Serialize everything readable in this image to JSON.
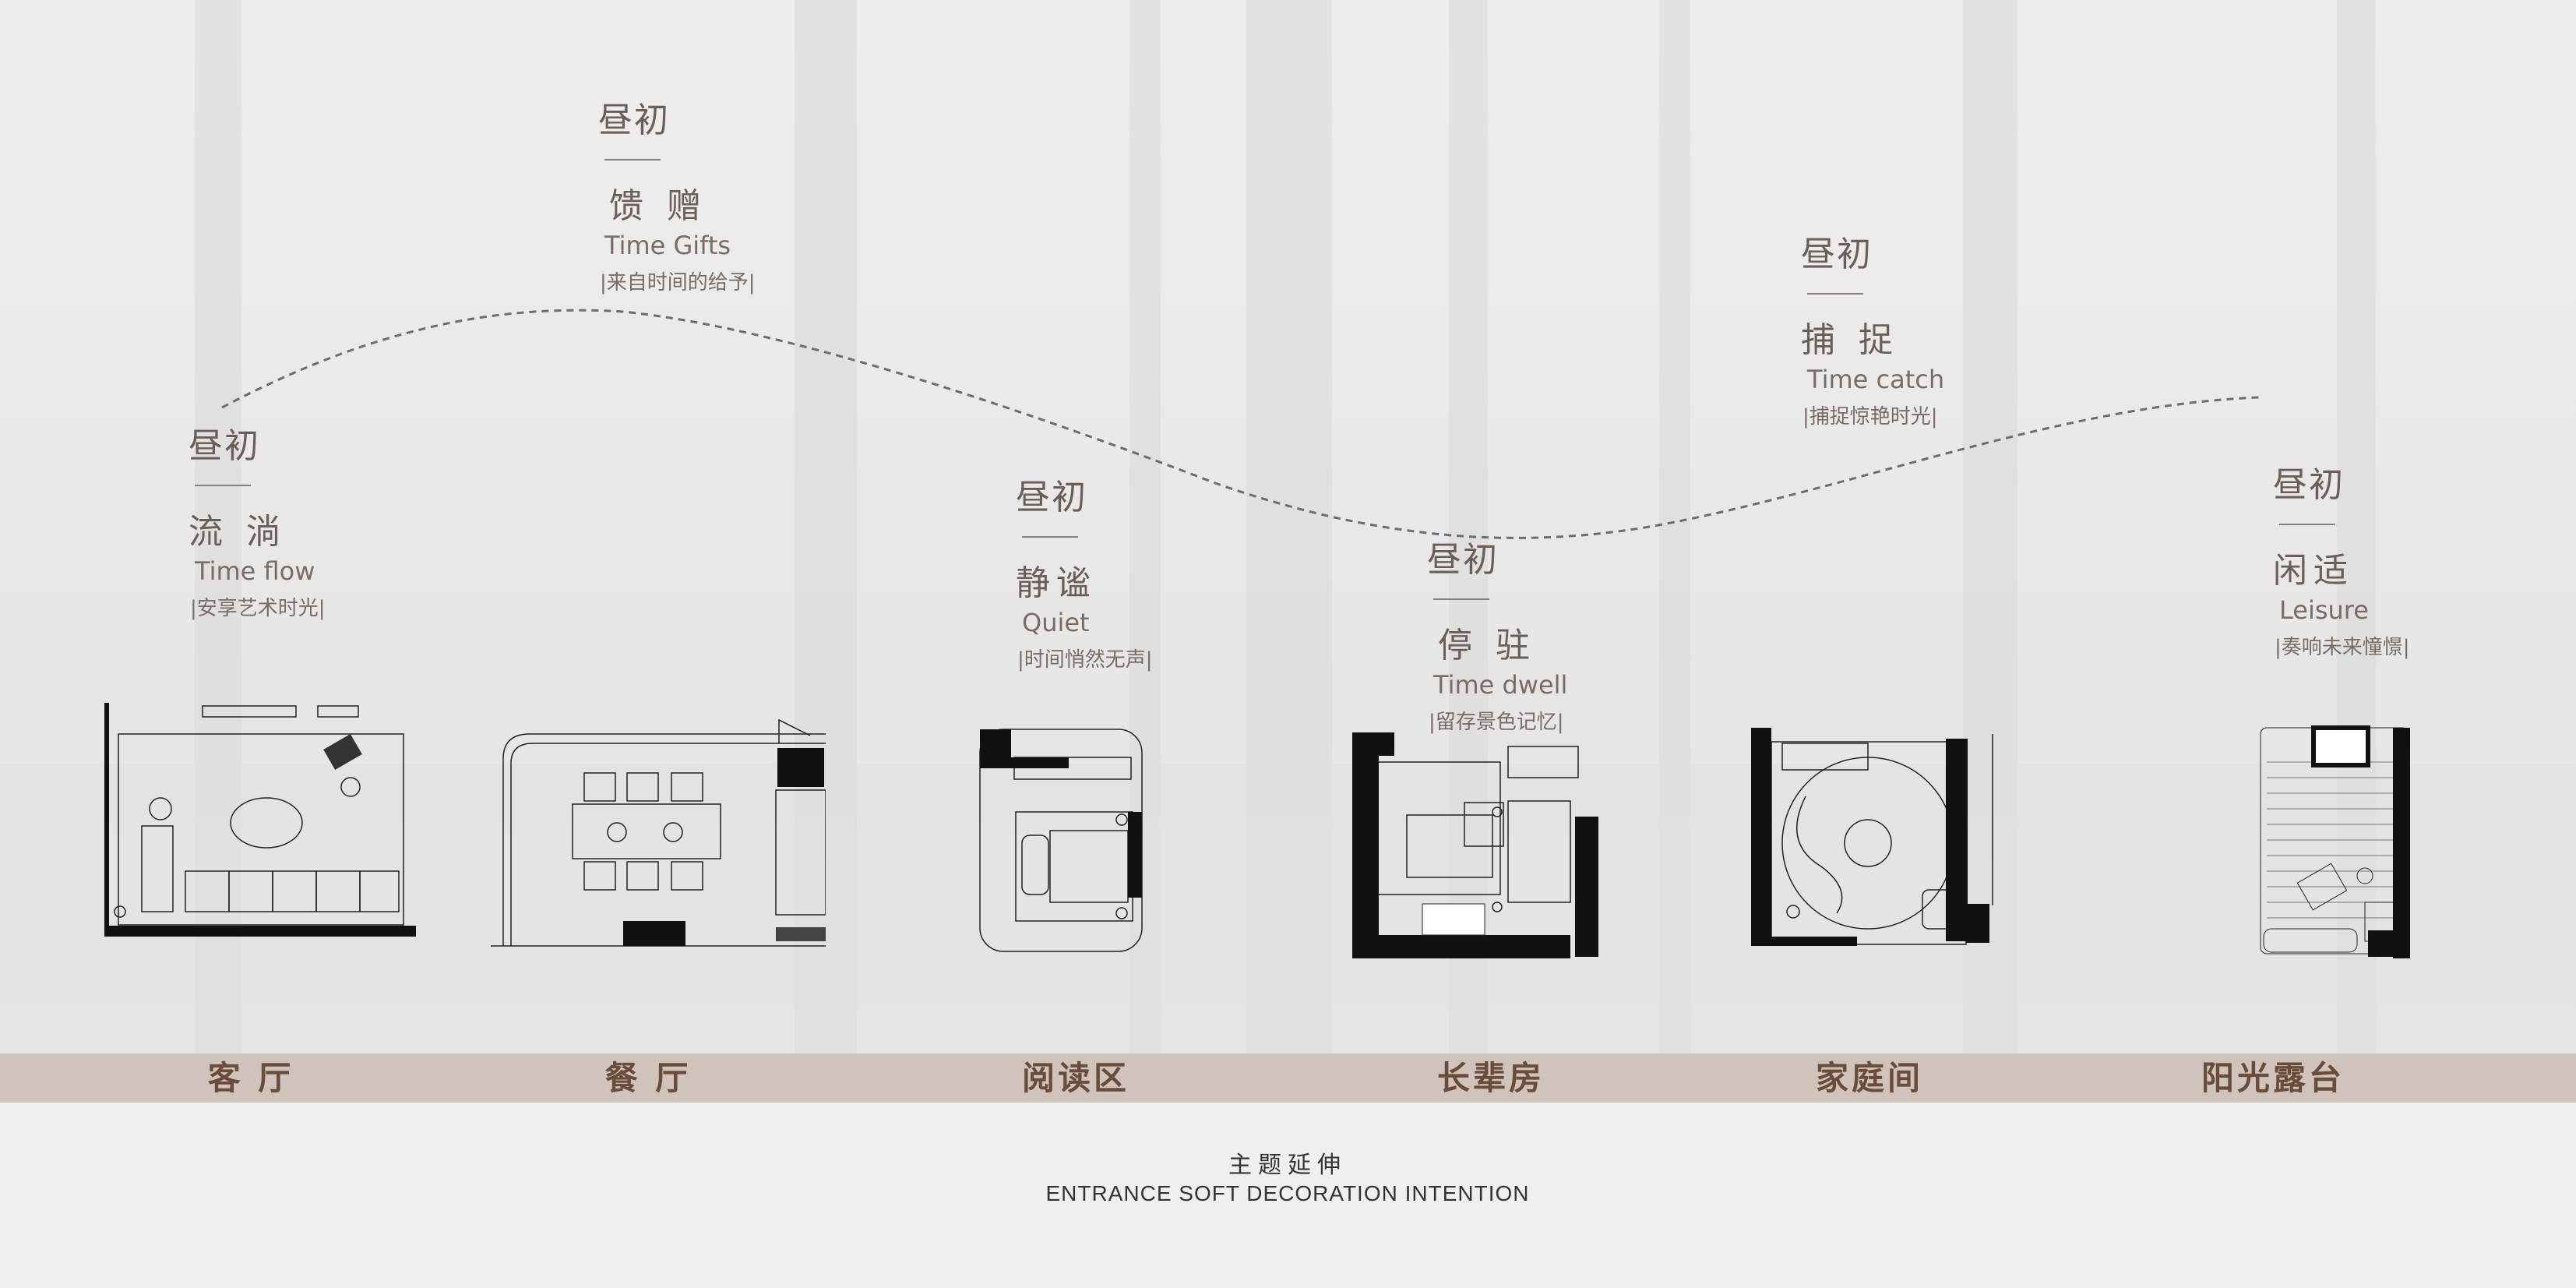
{
  "labels": [
    {
      "pre": "昼初",
      "zh": "流 淌",
      "en": "Time flow",
      "sub": "|安享艺术时光|"
    },
    {
      "pre": "昼初",
      "zh": "馈 赠",
      "en": "Time Gifts",
      "sub": "|来自时间的给予|"
    },
    {
      "pre": "昼初",
      "zh": "静谧",
      "en": "Quiet",
      "sub": "|时间悄然无声|"
    },
    {
      "pre": "昼初",
      "zh": "停 驻",
      "en": "Time dwell",
      "sub": "|留存景色记忆|"
    },
    {
      "pre": "昼初",
      "zh": "捕 捉",
      "en": "Time catch",
      "sub": "|捕捉惊艳时光|"
    },
    {
      "pre": "昼初",
      "zh": "闲适",
      "en": "Leisure",
      "sub": "|奏响未来憧憬|"
    }
  ],
  "rooms": [
    "客 厅",
    "餐 厅",
    "阅读区",
    "长辈房",
    "家庭间",
    "阳光露台"
  ],
  "footer": {
    "title": "主题延伸",
    "subtitle": "ENTRANCE SOFT DECORATION INTENTION"
  },
  "colors": {
    "band": "#cfc3bb",
    "text": "#6b5e58",
    "room_text": "#6a4c3a"
  }
}
